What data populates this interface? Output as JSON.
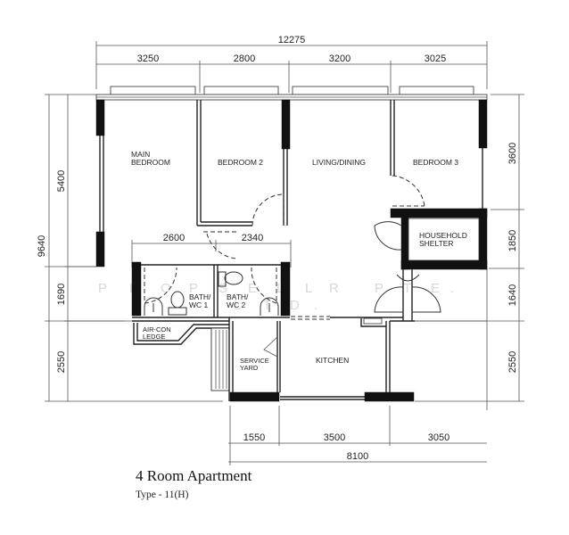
{
  "plan": {
    "title": "4 Room Apartment",
    "type_label": "Type - 11(H)",
    "watermark": {
      "line1": [
        "P",
        "R",
        "O",
        "P",
        "S",
        "E",
        "L",
        "L",
        "E",
        "R",
        "P",
        "T",
        "E",
        "."
      ],
      "line2": [
        "L",
        "T",
        "D",
        "."
      ]
    }
  },
  "dimensions": {
    "top_total": "12275",
    "top_segments": [
      "3250",
      "2800",
      "3200",
      "3025"
    ],
    "left_total": "9640",
    "left_segments": [
      "5400",
      "1690",
      "2550"
    ],
    "right_segments": [
      "3600",
      "1850",
      "1640",
      "2550"
    ],
    "bottom_total": "8100",
    "bottom_segments": [
      "1550",
      "3500",
      "3050"
    ],
    "inner_segments": [
      "2600",
      "2340"
    ]
  },
  "rooms": {
    "main_bedroom_line1": "MAIN",
    "main_bedroom_line2": "BEDROOM",
    "bedroom_2": "BEDROOM 2",
    "living_dining": "LIVING/DINING",
    "bedroom_3": "BEDROOM 3",
    "household_shelter_line1": "HOUSEHOLD",
    "household_shelter_line2": "SHELTER",
    "bath_wc_1_line1": "BATH/",
    "bath_wc_1_line2": "WC 1",
    "bath_wc_2_line1": "BATH/",
    "bath_wc_2_line2": "WC 2",
    "aircon_ledge_line1": "AIR-CON",
    "aircon_ledge_line2": "LEDGE",
    "service_yard_line1": "SERVICE",
    "service_yard_line2": "YARD",
    "kitchen": "KITCHEN"
  }
}
